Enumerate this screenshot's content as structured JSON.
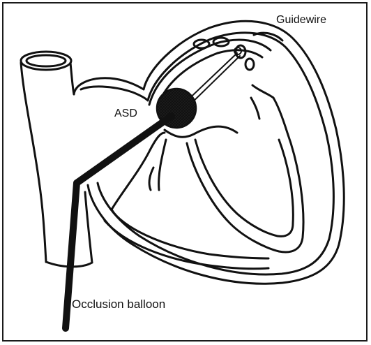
{
  "labels": {
    "guidewire": "Guidewire",
    "asd": "ASD",
    "occlusion_balloon": "Occlusion balloon"
  },
  "colors": {
    "line": "#111111",
    "background": "#ffffff",
    "balloon_fill": "#bdbdbd"
  }
}
